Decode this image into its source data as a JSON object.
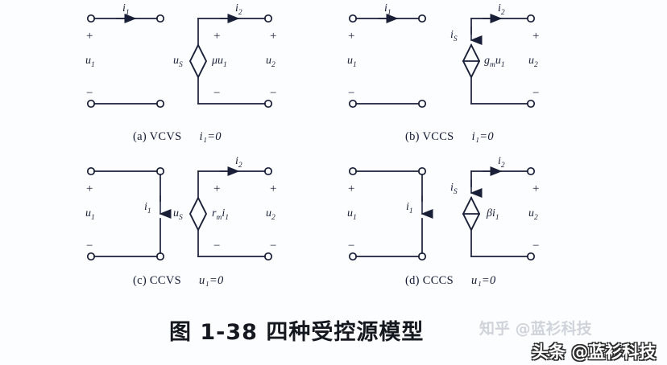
{
  "figure": {
    "title": "图  1-38  四种受控源模型",
    "background_color": "#fbfdfe",
    "ink_color": "#1a1f38"
  },
  "watermark": {
    "text": "知乎 @蓝衫科技",
    "color": "#c9cdd4"
  },
  "bottom_brand": {
    "text": "头条 @蓝衫科技",
    "color": "#ffffff"
  },
  "panels": [
    {
      "id": "a",
      "caption": "(a) VCVS",
      "condition": "i₁=0",
      "source_type": "voltage",
      "input_port": {
        "voltage_label": "u",
        "voltage_sub": "1",
        "current_label": "i",
        "current_sub": "1",
        "plus": "+",
        "minus": "−",
        "topology": "open"
      },
      "output_port": {
        "voltage_label": "u",
        "voltage_sub": "2",
        "current_label": "i",
        "current_sub": "2",
        "plus": "+",
        "minus": "−"
      },
      "source_left_label": "u",
      "source_left_sub": "S",
      "source_value_prefix": "μu",
      "source_value_sub": "1"
    },
    {
      "id": "b",
      "caption": "(b) VCCS",
      "condition": "i₁=0",
      "source_type": "current",
      "input_port": {
        "voltage_label": "u",
        "voltage_sub": "1",
        "current_label": "i",
        "current_sub": "1",
        "plus": "+",
        "minus": "−",
        "topology": "open"
      },
      "output_port": {
        "voltage_label": "u",
        "voltage_sub": "2",
        "current_label": "i",
        "current_sub": "2",
        "plus": "+",
        "minus": "−"
      },
      "source_left_label": "i",
      "source_left_sub": "S",
      "source_value_prefix": "g",
      "source_value_mid_sub": "m",
      "source_value_suffix": "u",
      "source_value_sub": "1"
    },
    {
      "id": "c",
      "caption": "(c) CCVS",
      "condition": "u₁=0",
      "source_type": "voltage",
      "input_port": {
        "voltage_label": "u",
        "voltage_sub": "1",
        "current_label": "i",
        "current_sub": "1",
        "plus": "+",
        "minus": "−",
        "topology": "short"
      },
      "output_port": {
        "voltage_label": "u",
        "voltage_sub": "2",
        "current_label": "i",
        "current_sub": "2",
        "plus": "+",
        "minus": "−"
      },
      "source_left_label": "u",
      "source_left_sub": "S",
      "source_value_prefix": "r",
      "source_value_mid_sub": "m",
      "source_value_suffix": "i",
      "source_value_sub": "1"
    },
    {
      "id": "d",
      "caption": "(d) CCCS",
      "condition": "u₁=0",
      "source_type": "current",
      "input_port": {
        "voltage_label": "u",
        "voltage_sub": "1",
        "current_label": "i",
        "current_sub": "1",
        "plus": "+",
        "minus": "−",
        "topology": "short"
      },
      "output_port": {
        "voltage_label": "u",
        "voltage_sub": "2",
        "current_label": "i",
        "current_sub": "2",
        "plus": "+",
        "minus": "−"
      },
      "source_left_label": "i",
      "source_left_sub": "S",
      "source_value_prefix": "βi",
      "source_value_sub": "1"
    }
  ]
}
